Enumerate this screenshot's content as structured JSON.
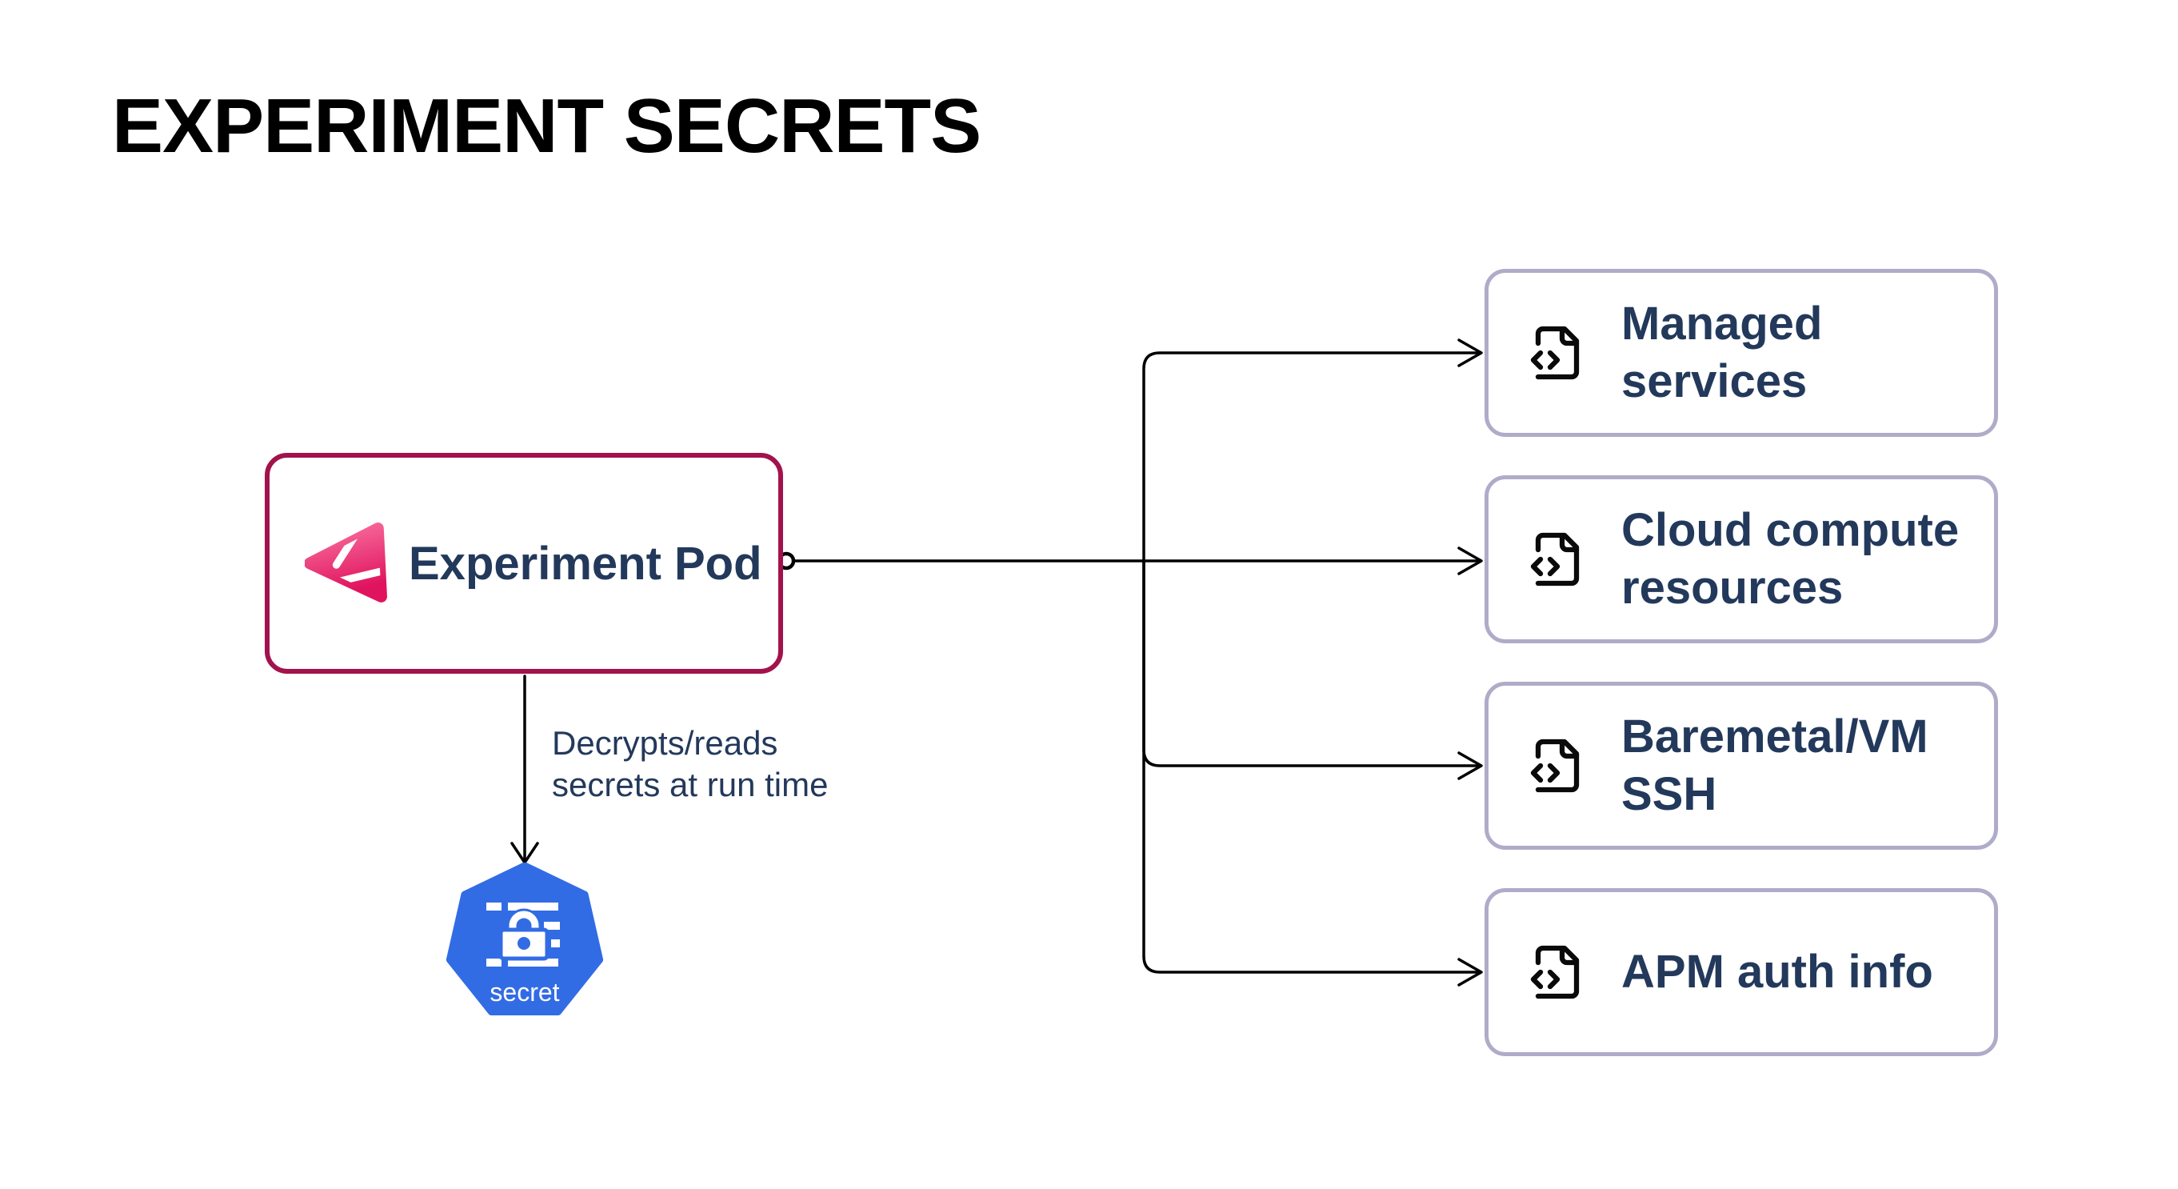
{
  "title": "EXPERIMENT SECRETS",
  "pod": {
    "label": "Experiment Pod",
    "icon": "litmus-chaos-icon"
  },
  "annotation": {
    "text": "Decrypts/reads secrets at run time",
    "lines": [
      "Decrypts/reads",
      "secrets at run time"
    ]
  },
  "secret": {
    "label": "secret",
    "icon": "kubernetes-secret-heptagon-icon"
  },
  "targets": [
    {
      "label": "Managed services",
      "icon": "file-code-icon"
    },
    {
      "label": "Cloud compute resources",
      "icon": "file-code-icon"
    },
    {
      "label": "Baremetal/VM SSH",
      "icon": "file-code-icon"
    },
    {
      "label": "APM auth info",
      "icon": "file-code-icon"
    }
  ],
  "colors": {
    "background": "#FFFFFF",
    "title_color": "#000000",
    "navy_text": "#23395B",
    "pod_border": "#A2124D",
    "target_border": "#AEACC8",
    "kubernetes_blue": "#326CE5",
    "litmus_pink_light": "#F9729F",
    "litmus_pink_dark": "#E0135E",
    "connector": "#000000"
  }
}
